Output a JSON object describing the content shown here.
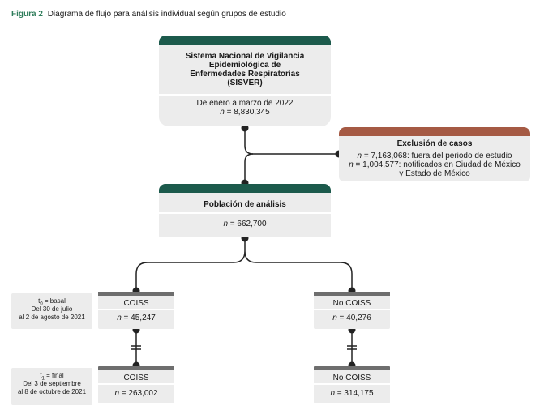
{
  "caption": {
    "label": "Figura 2",
    "text": "Diagrama de flujo para análisis individual según grupos de estudio"
  },
  "sisver": {
    "title_lines": [
      "Sistema Nacional de Vigilancia",
      "Epidemiológica de",
      "Enfermedades Respiratorias",
      "(SISVER)"
    ],
    "period": "De enero a marzo de 2022",
    "n_prefix": "n",
    "n_value": " = 8,830,345"
  },
  "exclusion": {
    "title": "Exclusión de casos",
    "lines": [
      {
        "n_prefix": "n",
        "text": " = 7,163,068: fuera del periodo de estudio"
      },
      {
        "n_prefix": "n",
        "text": " = 1,004,577: notificados en Ciudad de México"
      },
      {
        "n_prefix": "",
        "text": "y Estado de México"
      }
    ]
  },
  "population": {
    "title": "Población de análisis",
    "n_prefix": "n",
    "n_value": " = 662,700"
  },
  "basal": {
    "t_main": "t",
    "t_sub": "0",
    "t_rest": " = basal",
    "line2": "Del 30 de julio",
    "line3": "al 2 de agosto de 2021",
    "coiss": {
      "label": "COISS",
      "n_prefix": "n",
      "n_value": " = 45,247"
    },
    "no_coiss": {
      "label": "No COISS",
      "n_prefix": "n",
      "n_value": " = 40,276"
    }
  },
  "final": {
    "t_main": "t",
    "t_sub": "1",
    "t_rest": " = final",
    "line2": "Del 3 de septiembre",
    "line3": "al 8 de octubre de 2021",
    "coiss": {
      "label": "COISS",
      "n_prefix": "n",
      "n_value": " = 263,002"
    },
    "no_coiss": {
      "label": "No COISS",
      "n_prefix": "n",
      "n_value": " = 314,175"
    }
  },
  "colors": {
    "header_green": "#1c5a4c",
    "header_brown": "#a55a44",
    "header_gray": "#6e6e6e",
    "box_fill": "#ececec",
    "caption_label": "#2f7d5b",
    "connector": "#222222"
  }
}
